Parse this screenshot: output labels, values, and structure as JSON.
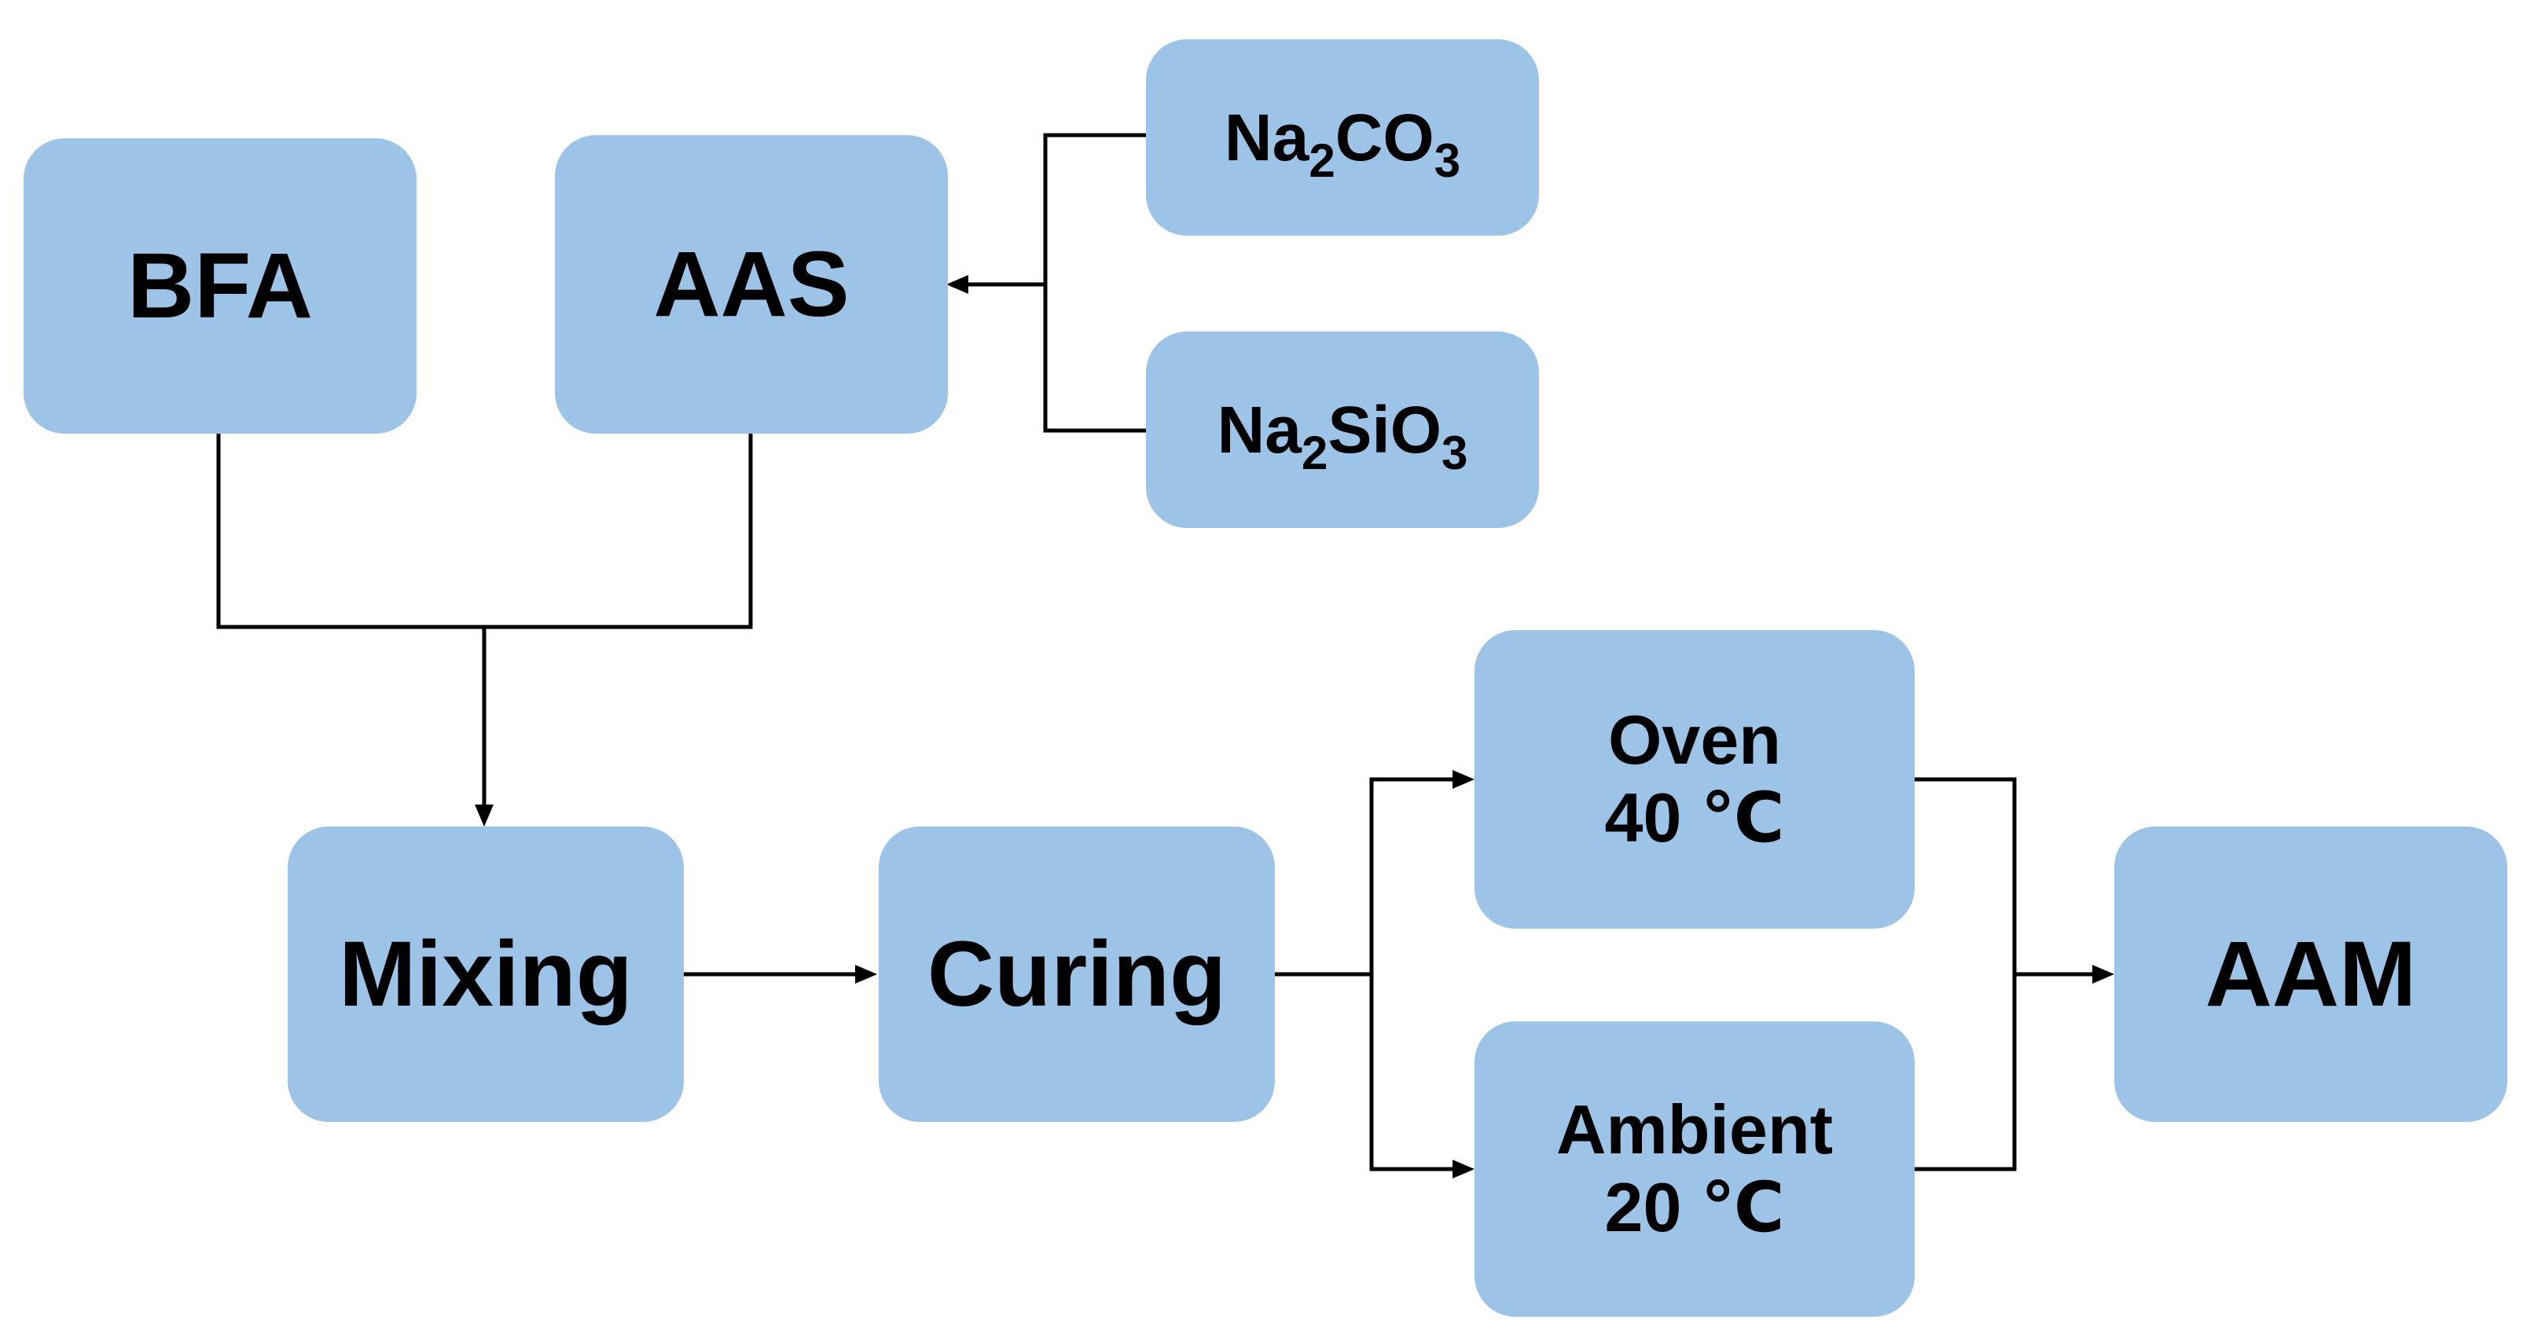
{
  "nodes": {
    "bfa": {
      "label": "BFA"
    },
    "aas": {
      "label": "AAS"
    },
    "na2co3": {
      "symbol1": "Na",
      "sub1": "2",
      "symbol2": "CO",
      "sub2": "3"
    },
    "na2sio3": {
      "symbol1": "Na",
      "sub1": "2",
      "symbol2": "SiO",
      "sub2": "3"
    },
    "mixing": {
      "label": "Mixing"
    },
    "curing": {
      "label": "Curing"
    },
    "oven": {
      "line1": "Oven",
      "line2": "40 ℃"
    },
    "ambient": {
      "line1": "Ambient",
      "line2": "20 ℃"
    },
    "aam": {
      "label": "AAM"
    }
  },
  "colors": {
    "box_fill": "#9dc3e6",
    "connector": "#000000",
    "text": "#000000"
  }
}
